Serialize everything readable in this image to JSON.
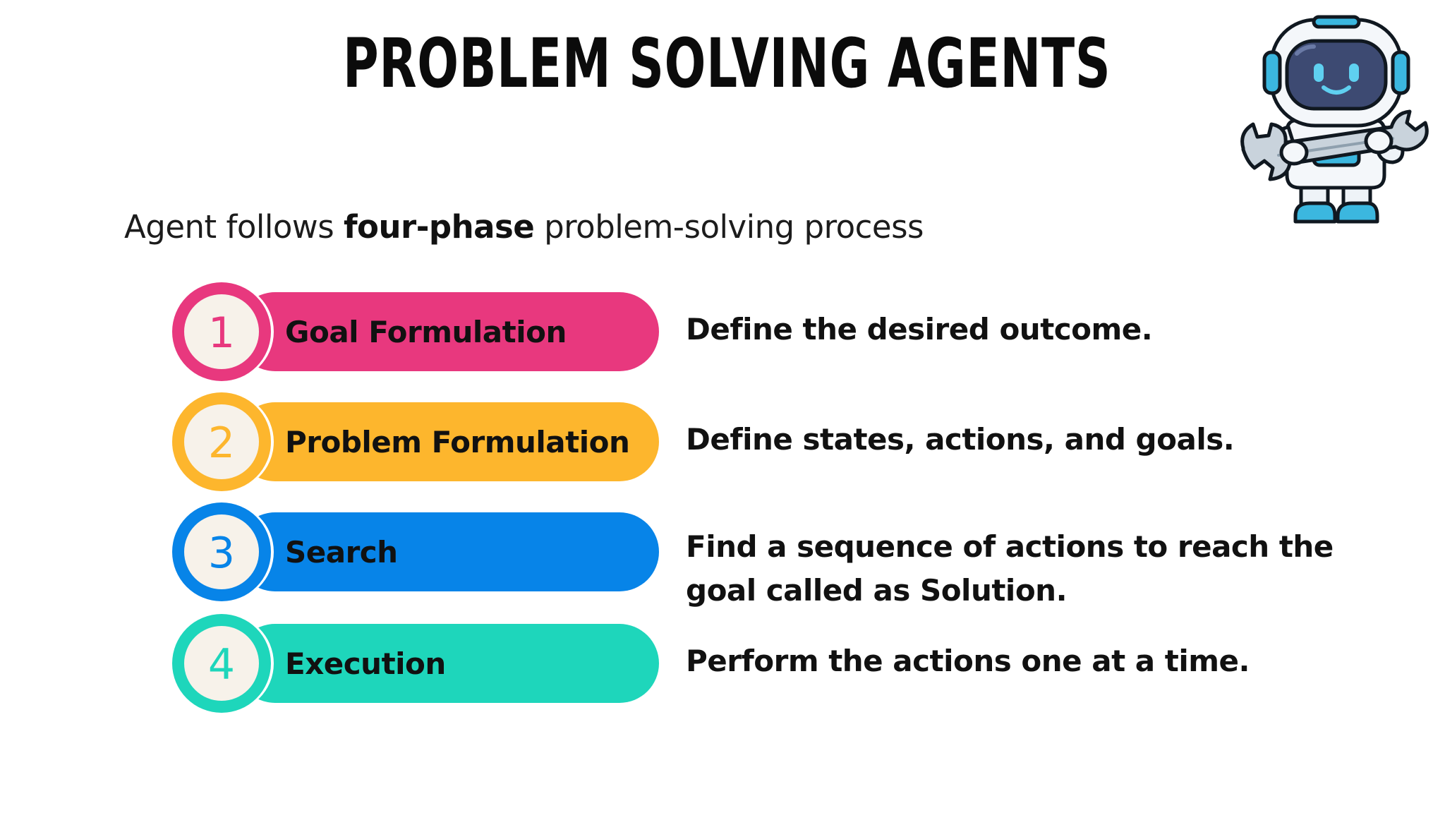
{
  "title": "PROBLEM SOLVING AGENTS",
  "subtitle": {
    "before": "Agent follows ",
    "bold": "four-phase",
    "after": " problem-solving process"
  },
  "steps": [
    {
      "number": "1",
      "label": "Goal Formulation",
      "description": "Define the desired outcome.",
      "color": "#e8387e"
    },
    {
      "number": "2",
      "label": "Problem Formulation",
      "description": "Define states, actions, and goals.",
      "color": "#fdb62d"
    },
    {
      "number": "3",
      "label": "Search",
      "description": "Find a sequence of actions to reach the goal called as Solution.",
      "color": "#0784e8"
    },
    {
      "number": "4",
      "label": "Execution",
      "description": "Perform the actions one at a time.",
      "color": "#1ed6bb"
    }
  ],
  "robot_icon": "robot-with-wrench-icon"
}
